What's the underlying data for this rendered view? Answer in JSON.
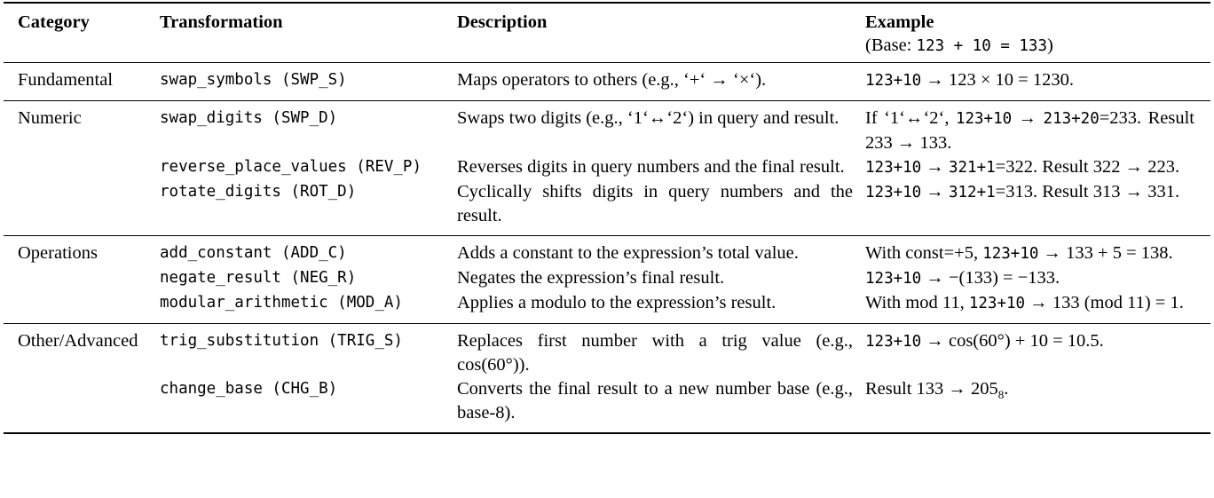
{
  "table": {
    "header": {
      "category": "Category",
      "transformation": "Transformation",
      "description": "Description",
      "example": "Example",
      "example_base": [
        {
          "f": "s",
          "t": "(Base: "
        },
        {
          "f": "m",
          "t": "123 + 10 = 133"
        },
        {
          "f": "s",
          "t": ")"
        }
      ]
    },
    "sections": [
      {
        "category": "Fundamental",
        "rows": [
          {
            "transformation": "swap_symbols (SWP_S)",
            "description": "Maps operators to others (e.g., ‘+‘ → ‘×‘).",
            "example": [
              {
                "f": "m",
                "t": "123+10"
              },
              {
                "f": "s",
                "t": " → 123 × 10 = 1230."
              }
            ]
          }
        ]
      },
      {
        "category": "Numeric",
        "rows": [
          {
            "transformation": "swap_digits (SWP_D)",
            "description": "Swaps two digits (e.g., ‘1‘↔‘2‘) in query and result.",
            "example": [
              {
                "f": "s",
                "t": "If ‘1‘↔‘2‘, "
              },
              {
                "f": "m",
                "t": "123+10"
              },
              {
                "f": "s",
                "t": " → "
              },
              {
                "f": "m",
                "t": "213+20"
              },
              {
                "f": "s",
                "t": "=233. Result 233 → 133."
              }
            ]
          },
          {
            "transformation": "reverse_place_values (REV_P)",
            "description": "Reverses digits in query numbers and the final result.",
            "example": [
              {
                "f": "m",
                "t": "123+10"
              },
              {
                "f": "s",
                "t": " → "
              },
              {
                "f": "m",
                "t": "321+1"
              },
              {
                "f": "s",
                "t": "=322. Result 322 → 223."
              }
            ]
          },
          {
            "transformation": "rotate_digits (ROT_D)",
            "description": "Cyclically shifts digits in query numbers and the result.",
            "example": [
              {
                "f": "m",
                "t": "123+10"
              },
              {
                "f": "s",
                "t": " → "
              },
              {
                "f": "m",
                "t": "312+1"
              },
              {
                "f": "s",
                "t": "=313. Result 313 → 331."
              }
            ]
          }
        ]
      },
      {
        "category": "Operations",
        "rows": [
          {
            "transformation": "add_constant (ADD_C)",
            "description": "Adds a constant to the expression’s total value.",
            "example": [
              {
                "f": "s",
                "t": "With const=+5, "
              },
              {
                "f": "m",
                "t": "123+10"
              },
              {
                "f": "s",
                "t": " → 133 + 5 = 138."
              }
            ]
          },
          {
            "transformation": "negate_result (NEG_R)",
            "description": "Negates the expression’s final result.",
            "example": [
              {
                "f": "m",
                "t": "123+10"
              },
              {
                "f": "s",
                "t": " → −(133) = −133."
              }
            ]
          },
          {
            "transformation": "modular_arithmetic (MOD_A)",
            "description": "Applies a modulo to the expression’s result.",
            "example": [
              {
                "f": "s",
                "t": "With mod 11, "
              },
              {
                "f": "m",
                "t": "123+10"
              },
              {
                "f": "s",
                "t": " → 133 (mod 11) = 1."
              }
            ]
          }
        ]
      },
      {
        "category": "Other/Advanced",
        "rows": [
          {
            "transformation": "trig_substitution (TRIG_S)",
            "description": "Replaces first number with a trig value (e.g., cos(60°)).",
            "example": [
              {
                "f": "m",
                "t": "123+10"
              },
              {
                "f": "s",
                "t": " → cos(60°) + 10 = 10.5."
              }
            ]
          },
          {
            "transformation": "change_base (CHG_B)",
            "description": "Converts the final result to a new number base (e.g., base-8).",
            "example": [
              {
                "f": "s",
                "t": "Result 133 → 205"
              },
              {
                "f": "sub",
                "t": "8"
              },
              {
                "f": "s",
                "t": "."
              }
            ]
          }
        ]
      }
    ]
  }
}
